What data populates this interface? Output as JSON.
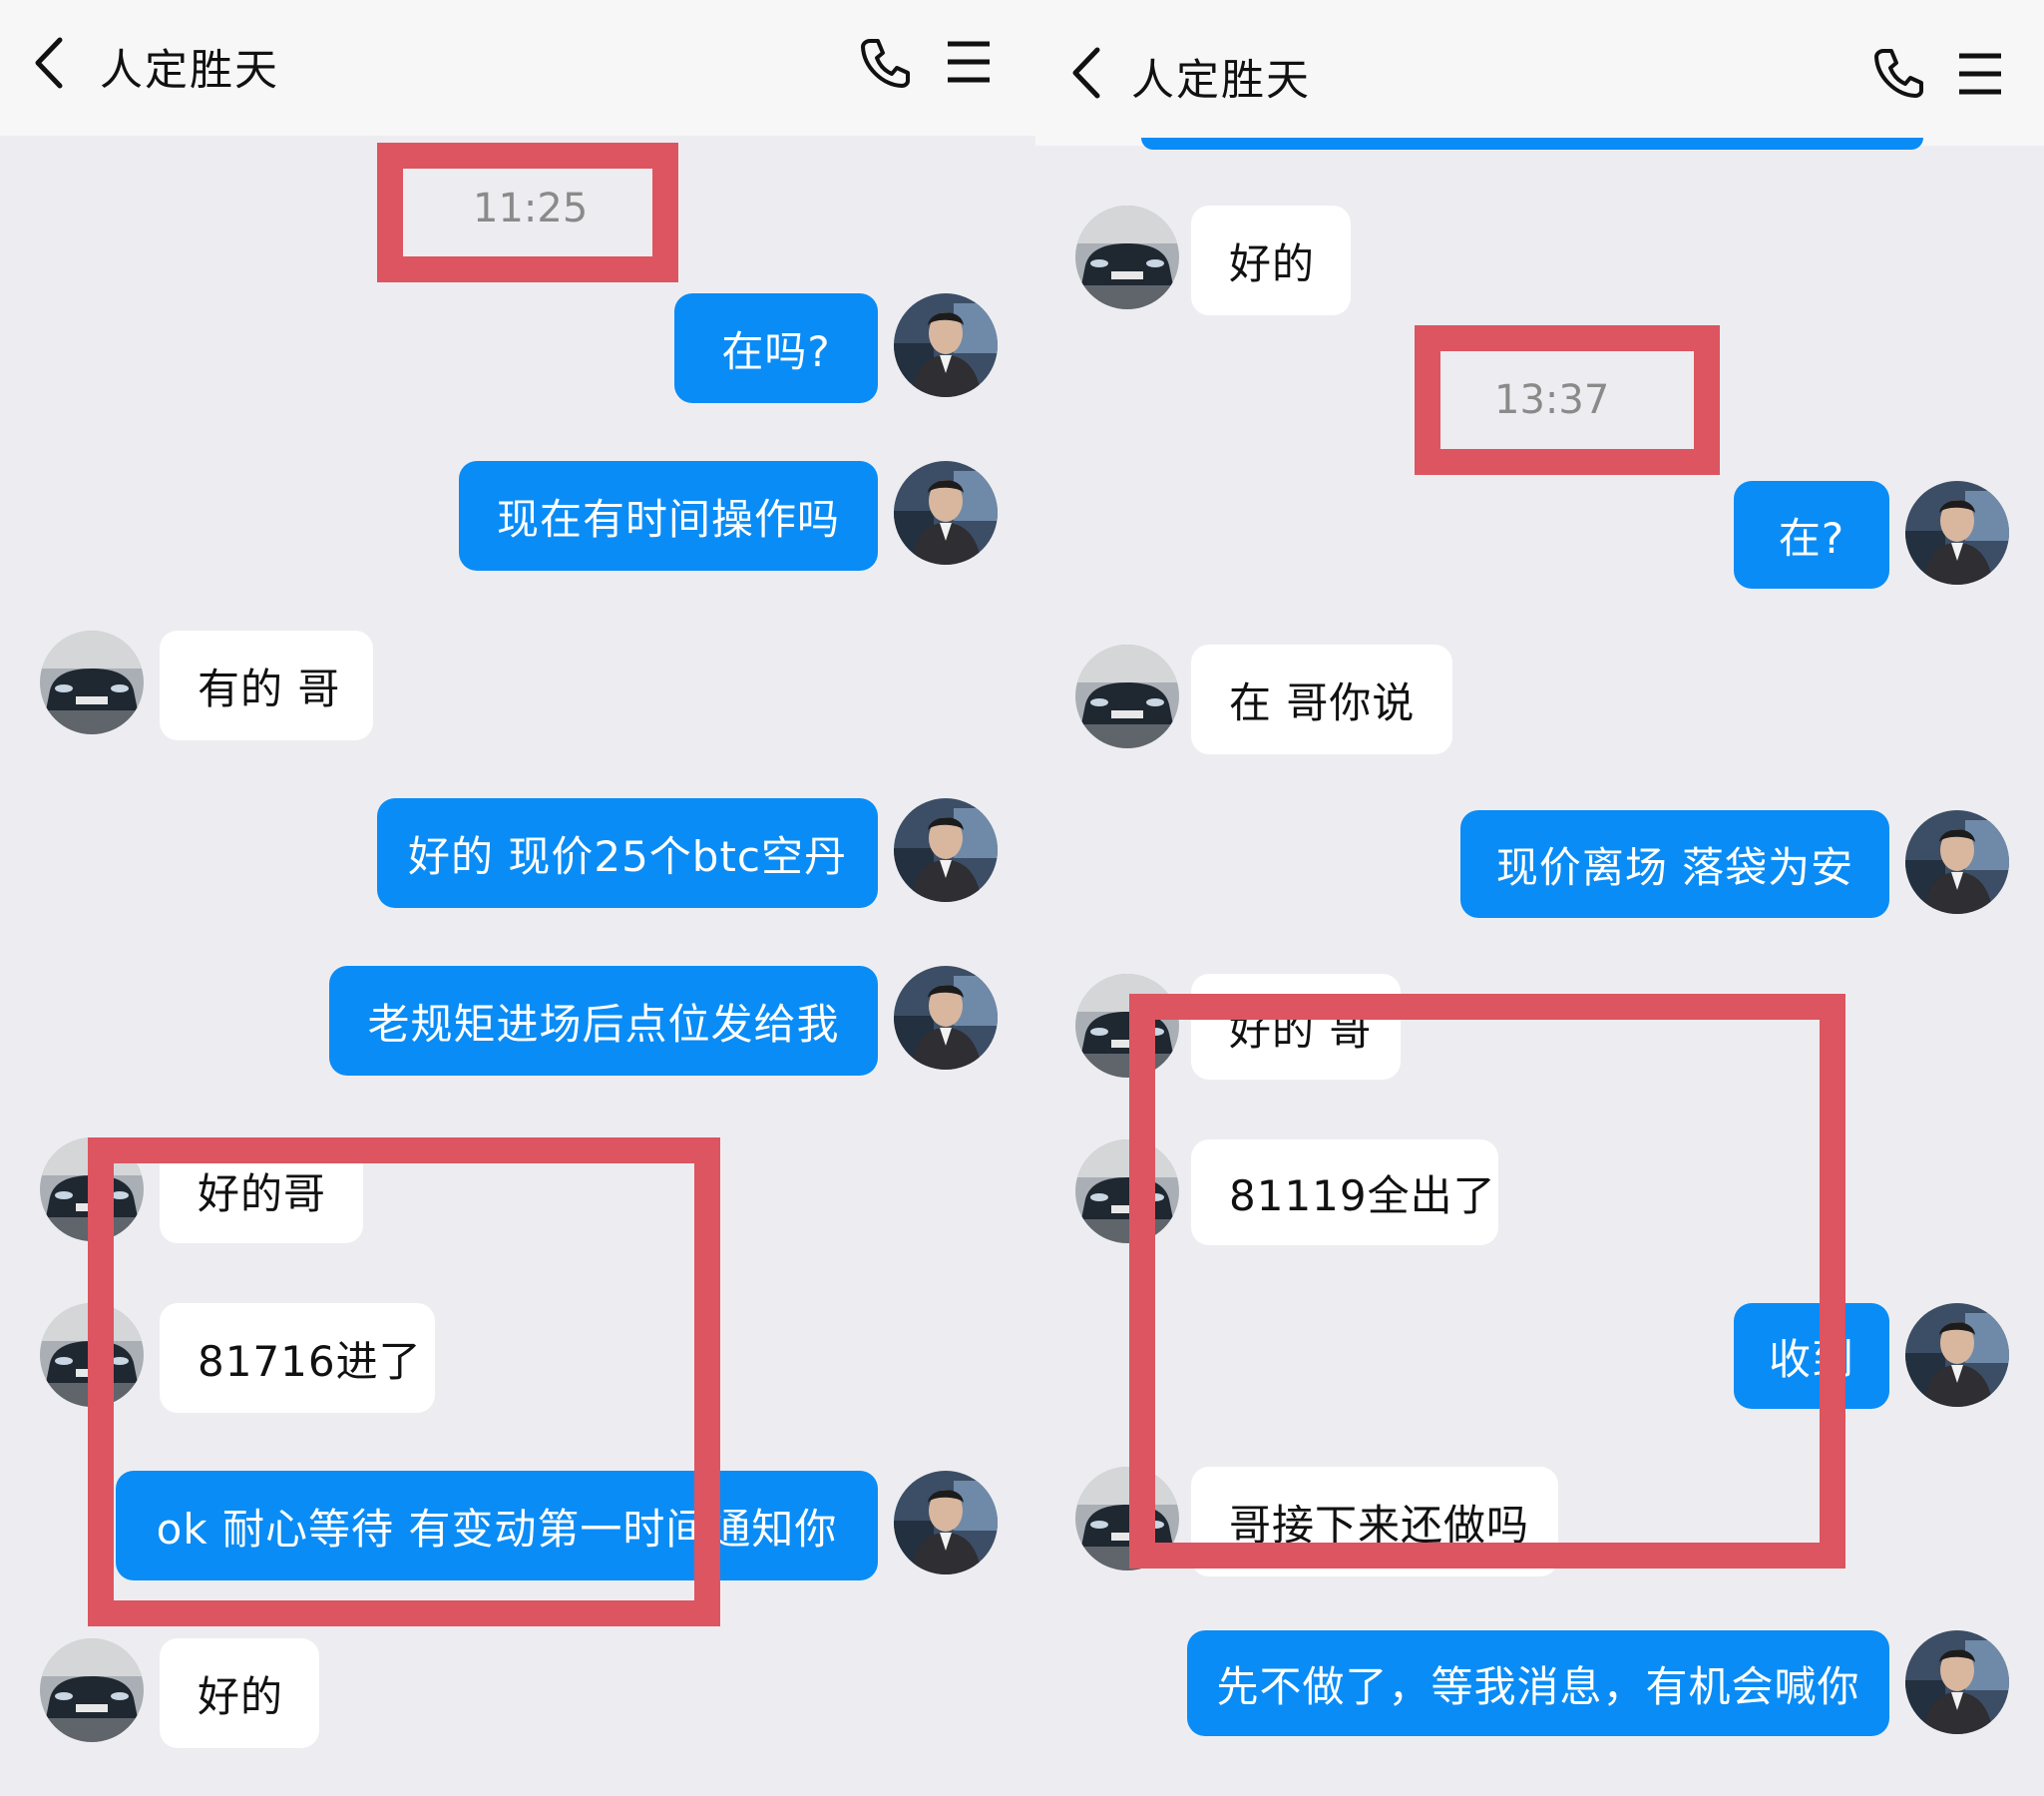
{
  "colors": {
    "accent": "#0a8cf6",
    "highlight": "#dc5560"
  },
  "panels": [
    {
      "title": "人定胜天",
      "icons": [
        "back-chevron-icon",
        "phone-icon",
        "menu-icon"
      ],
      "timestamp": "11:25",
      "messages": [
        {
          "side": "out",
          "text": "在吗?"
        },
        {
          "side": "out",
          "text": "现在有时间操作吗"
        },
        {
          "side": "in",
          "text": "有的 哥"
        },
        {
          "side": "out",
          "text": "好的 现价25个btc空丹"
        },
        {
          "side": "out",
          "text": "老规矩进场后点位发给我"
        },
        {
          "side": "in",
          "text": "好的哥"
        },
        {
          "side": "in",
          "text": "81716进了"
        },
        {
          "side": "out",
          "text": "ok  耐心等待  有变动第一时间通知你"
        },
        {
          "side": "in",
          "text": "好的"
        }
      ]
    },
    {
      "title": "人定胜天",
      "icons": [
        "back-chevron-icon",
        "phone-icon",
        "menu-icon"
      ],
      "timestamp": "13:37",
      "messages": [
        {
          "side": "in",
          "text": "好的"
        },
        {
          "side": "out",
          "text": "在?"
        },
        {
          "side": "in",
          "text": "在  哥你说"
        },
        {
          "side": "out",
          "text": "现价离场  落袋为安"
        },
        {
          "side": "in",
          "text": "好的 哥"
        },
        {
          "side": "in",
          "text": "81119全出了"
        },
        {
          "side": "out",
          "text": "收到"
        },
        {
          "side": "in",
          "text": "哥接下来还做吗"
        },
        {
          "side": "out",
          "text": "先不做了，等我消息，有机会喊你"
        }
      ]
    }
  ]
}
